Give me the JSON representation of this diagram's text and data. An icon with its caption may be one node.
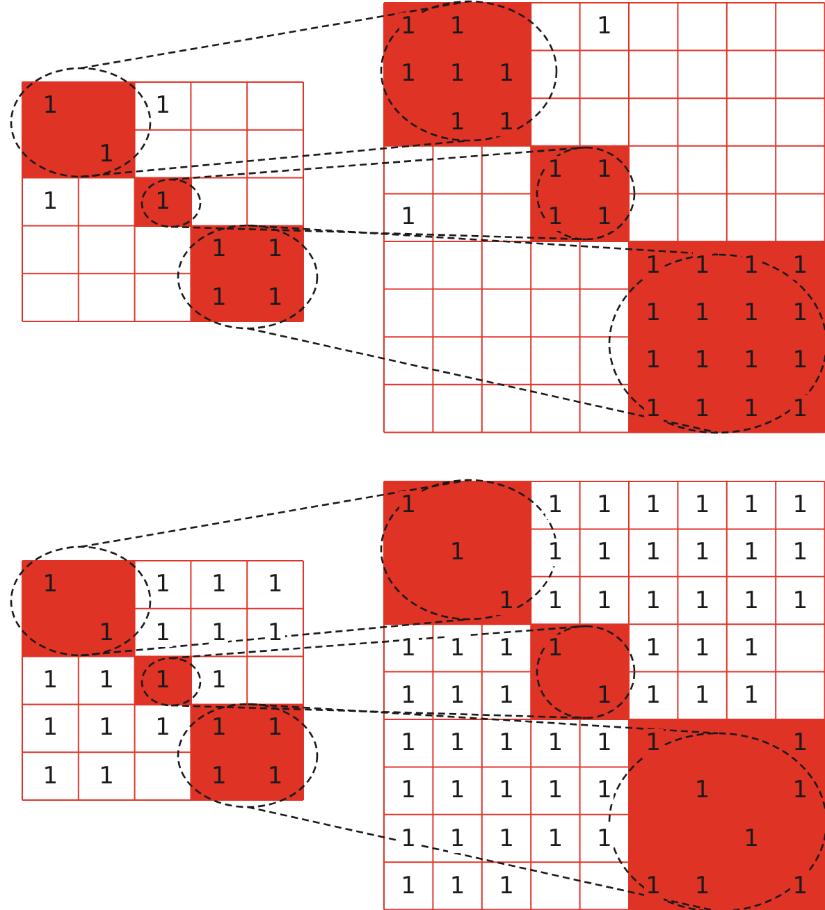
{
  "diagram": {
    "nodes": [
      {
        "text": [],
        "shape": "ellipse"
      },
      {
        "text": [],
        "shape": "ellipse"
      },
      {
        "text": [],
        "shape": "ellipse"
      },
      {
        "text": [],
        "shape": "ellipse"
      },
      {
        "text": [],
        "shape": "ellipse"
      },
      {
        "text": [],
        "shape": "ellipse"
      },
      {
        "text": [],
        "shape": "ellipse"
      },
      {
        "text": [],
        "shape": "ellipse"
      },
      {
        "text": [],
        "shape": "ellipse"
      },
      {
        "text": [],
        "shape": "ellipse"
      },
      {
        "text": [],
        "shape": "ellipse"
      },
      {
        "text": [],
        "shape": "ellipse"
      }
    ],
    "edges": [
      {
        "from": 0,
        "to": 3,
        "arrow": "none",
        "style": "dashed"
      },
      {
        "from": 0,
        "to": 3,
        "arrow": "none",
        "style": "dashed"
      },
      {
        "from": 1,
        "to": 4,
        "arrow": "none",
        "style": "dashed"
      },
      {
        "from": 1,
        "to": 4,
        "arrow": "none",
        "style": "dashed"
      },
      {
        "from": 2,
        "to": 5,
        "arrow": "none",
        "style": "dashed"
      },
      {
        "from": 2,
        "to": 5,
        "arrow": "none",
        "style": "dashed"
      },
      {
        "from": 6,
        "to": 9,
        "arrow": "none",
        "style": "dashed"
      },
      {
        "from": 6,
        "to": 9,
        "arrow": "none",
        "style": "dashed"
      },
      {
        "from": 7,
        "to": 10,
        "arrow": "none",
        "style": "dashed"
      },
      {
        "from": 7,
        "to": 10,
        "arrow": "none",
        "style": "dashed"
      },
      {
        "from": 8,
        "to": 11,
        "arrow": "none",
        "style": "dashed"
      },
      {
        "from": 8,
        "to": 11,
        "arrow": "none",
        "style": "dashed"
      }
    ],
    "labels": [
      "1",
      "1",
      "1",
      "1",
      "1",
      "1",
      "1",
      "1",
      "1",
      "1",
      "1",
      "1",
      "1",
      "1",
      "1",
      "1",
      "1",
      "1",
      "1",
      "1",
      "1",
      "1",
      "1",
      "1",
      "1",
      "1",
      "1",
      "1",
      "1",
      "1",
      "1",
      "1",
      "1",
      "1",
      "1",
      "1",
      "1",
      "1",
      "1",
      "1",
      "1",
      "1",
      "1",
      "1",
      "1",
      "1",
      "1",
      "1",
      "1",
      "1",
      "1",
      "1",
      "1",
      "1",
      "1",
      "1",
      "1",
      "1",
      "1",
      "1",
      "1",
      "1",
      "1",
      "1",
      "1",
      "1",
      "1",
      "1",
      "1",
      "1",
      "1",
      "1",
      "1",
      "1",
      "1",
      "1",
      "1",
      "1",
      "1",
      "1",
      "1",
      "1",
      "1",
      "1",
      "1",
      "1",
      "1",
      "1",
      "1",
      "1",
      "1",
      "1",
      "1",
      "1",
      "1",
      "1",
      "1",
      "1",
      "1",
      "1",
      "1",
      "1",
      "1",
      "1",
      "1",
      "1",
      "1",
      "1",
      "1",
      "1",
      "1",
      "1",
      "1",
      "1",
      "1",
      "1",
      "1",
      "1",
      "1",
      "1"
    ]
  }
}
